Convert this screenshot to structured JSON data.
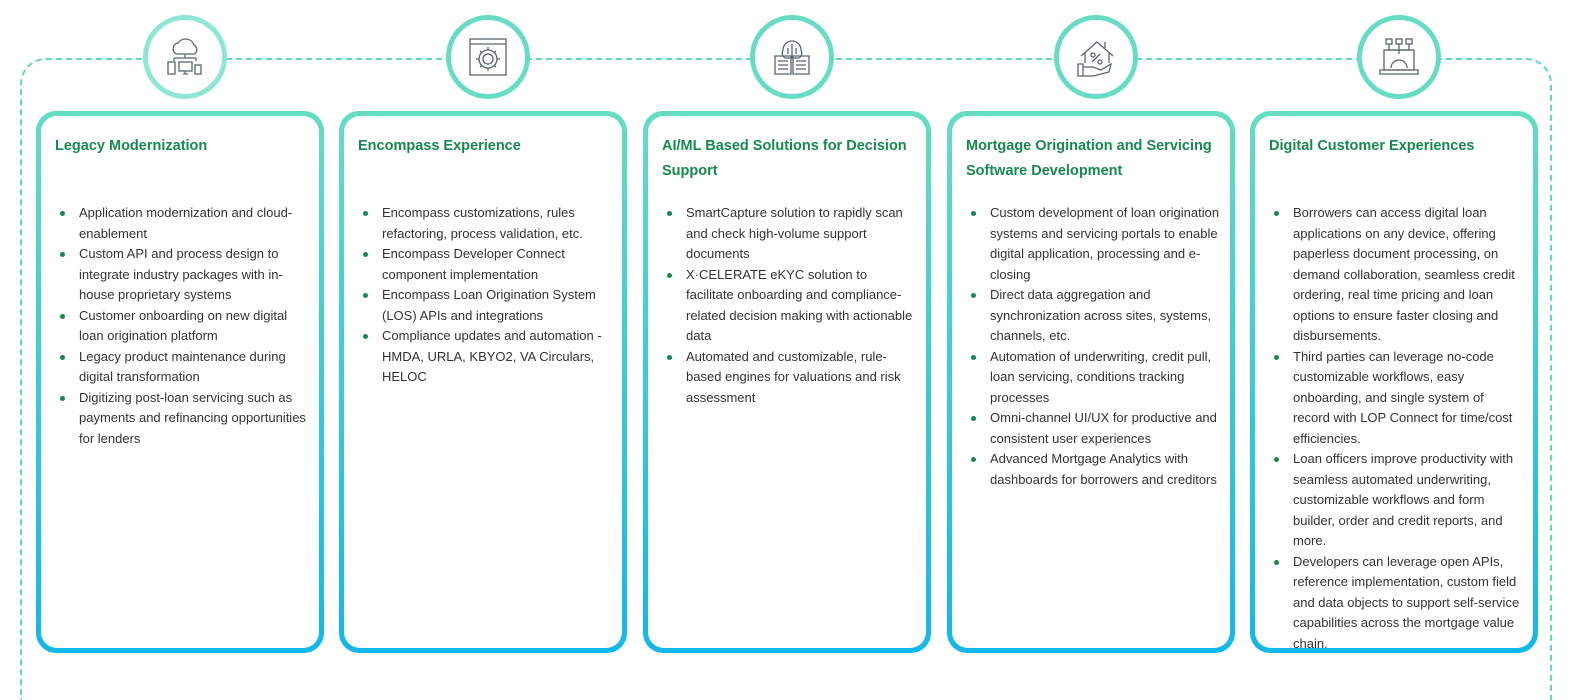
{
  "colors": {
    "accent_top": "#66dcc4",
    "accent_bottom": "#13b8e8",
    "title": "#158a4c"
  },
  "cards": [
    {
      "icon": "cloud-devices-icon",
      "title": "Legacy Modernization",
      "items": [
        "Application modernization and cloud-enablement",
        "Custom API and process design to integrate industry packages with in-house proprietary systems",
        "Customer onboarding on new digital loan origination platform",
        "Legacy product maintenance during digital transformation",
        "Digitizing post-loan servicing such as payments and refinancing opportunities for lenders"
      ]
    },
    {
      "icon": "code-gear-window-icon",
      "title": "Encompass Experience",
      "items": [
        "Encompass customizations, rules refactoring, process validation, etc.",
        "Encompass Developer Connect component implementation",
        "Encompass Loan Origination System (LOS) APIs and integrations",
        "Compliance updates and automation - HMDA, URLA, KBYO2, VA Circulars, HELOC"
      ]
    },
    {
      "icon": "ai-brain-book-icon",
      "title": "AI/ML Based Solutions for Decision Support",
      "items": [
        "SmartCapture solution to rapidly scan and check high-volume support documents",
        "X·CELERATE eKYC solution to facilitate onboarding and compliance-related decision making with actionable data",
        "Automated and customizable, rule-based engines for valuations and risk assessment"
      ]
    },
    {
      "icon": "house-percent-hand-icon",
      "title": "Mortgage Origination and Servicing Software Development",
      "items": [
        "Custom development of loan origination systems and servicing portals to enable digital application, processing and e-closing",
        "Direct data aggregation and synchronization across sites, systems, channels, etc.",
        "Automation of underwriting, credit pull, loan servicing, conditions tracking processes",
        "Omni-channel UI/UX for productive and consistent user experiences",
        "Advanced Mortgage Analytics with dashboards for borrowers and creditors"
      ]
    },
    {
      "icon": "laptop-network-icon",
      "title": "Digital Customer Experiences",
      "items": [
        "Borrowers can access digital loan applications on any device, offering paperless document processing, on demand collaboration, seamless credit ordering, real time pricing and loan options to ensure faster closing and disbursements.",
        "Third parties can leverage no-code customizable workflows, easy onboarding, and single system of record with LOP Connect for time/cost efficiencies.",
        "Loan officers improve productivity with seamless automated underwriting, customizable workflows and form builder, order and credit reports, and more.",
        "Developers can leverage open APIs, reference implementation, custom field and data objects to support self-service capabilities across the mortgage value chain."
      ]
    }
  ]
}
